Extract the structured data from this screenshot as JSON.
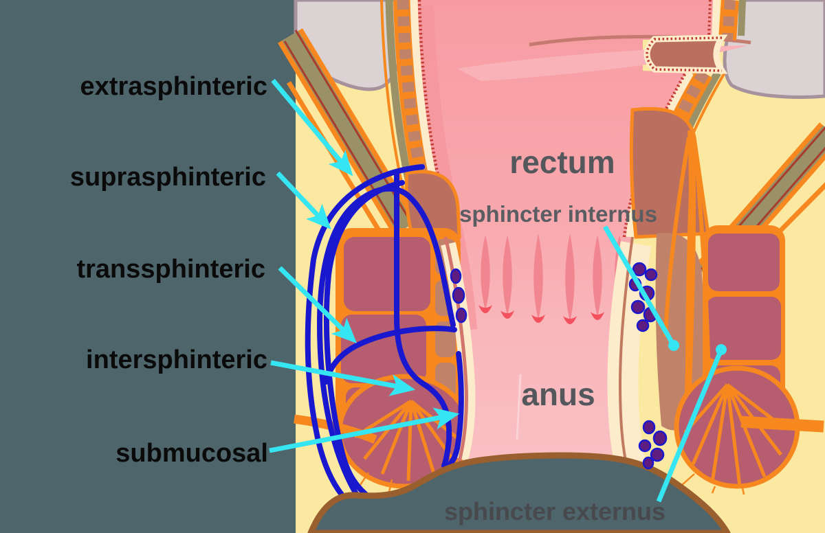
{
  "figure": {
    "type": "anatomical-diagram",
    "subject": "types of anal fistula shown on a coronal section of rectum and anal canal",
    "fistula": [
      "extrasphinteric",
      "suprasphinteric",
      "transsphinteric",
      "intersphinteric",
      "submucosal"
    ],
    "anatomy": {
      "rectum": "rectum",
      "sphincter_internus": "sphincter internus",
      "anus": "anus",
      "sphincter_externus": "sphincter externus"
    },
    "colors": {
      "panel_background": "#4e656b",
      "label_text": "#0a0a0a",
      "anatomy_text": "#54585c",
      "arrow_cyan": "#35e6f2",
      "fistula_tract_blue": "#1a18ce",
      "fat_yellow": "#fce9a1",
      "muscle_maroon": "#b65e70",
      "muscle_orange": "#f6881f",
      "internal_muscle_tan": "#c0836a",
      "wall_brick": "#bb6f5e",
      "mucosa_pink": "#f8a6ab",
      "mucosa_line_red": "#c03b30",
      "submucosa_cream": "#fdeccb",
      "gland_purple": "#5f1d82",
      "bone_gray": "#dbd3d3",
      "bone_outline": "#a5929d",
      "skin_outline_brown": "#9a5f2e",
      "levator_olive": "#9a9168"
    }
  }
}
